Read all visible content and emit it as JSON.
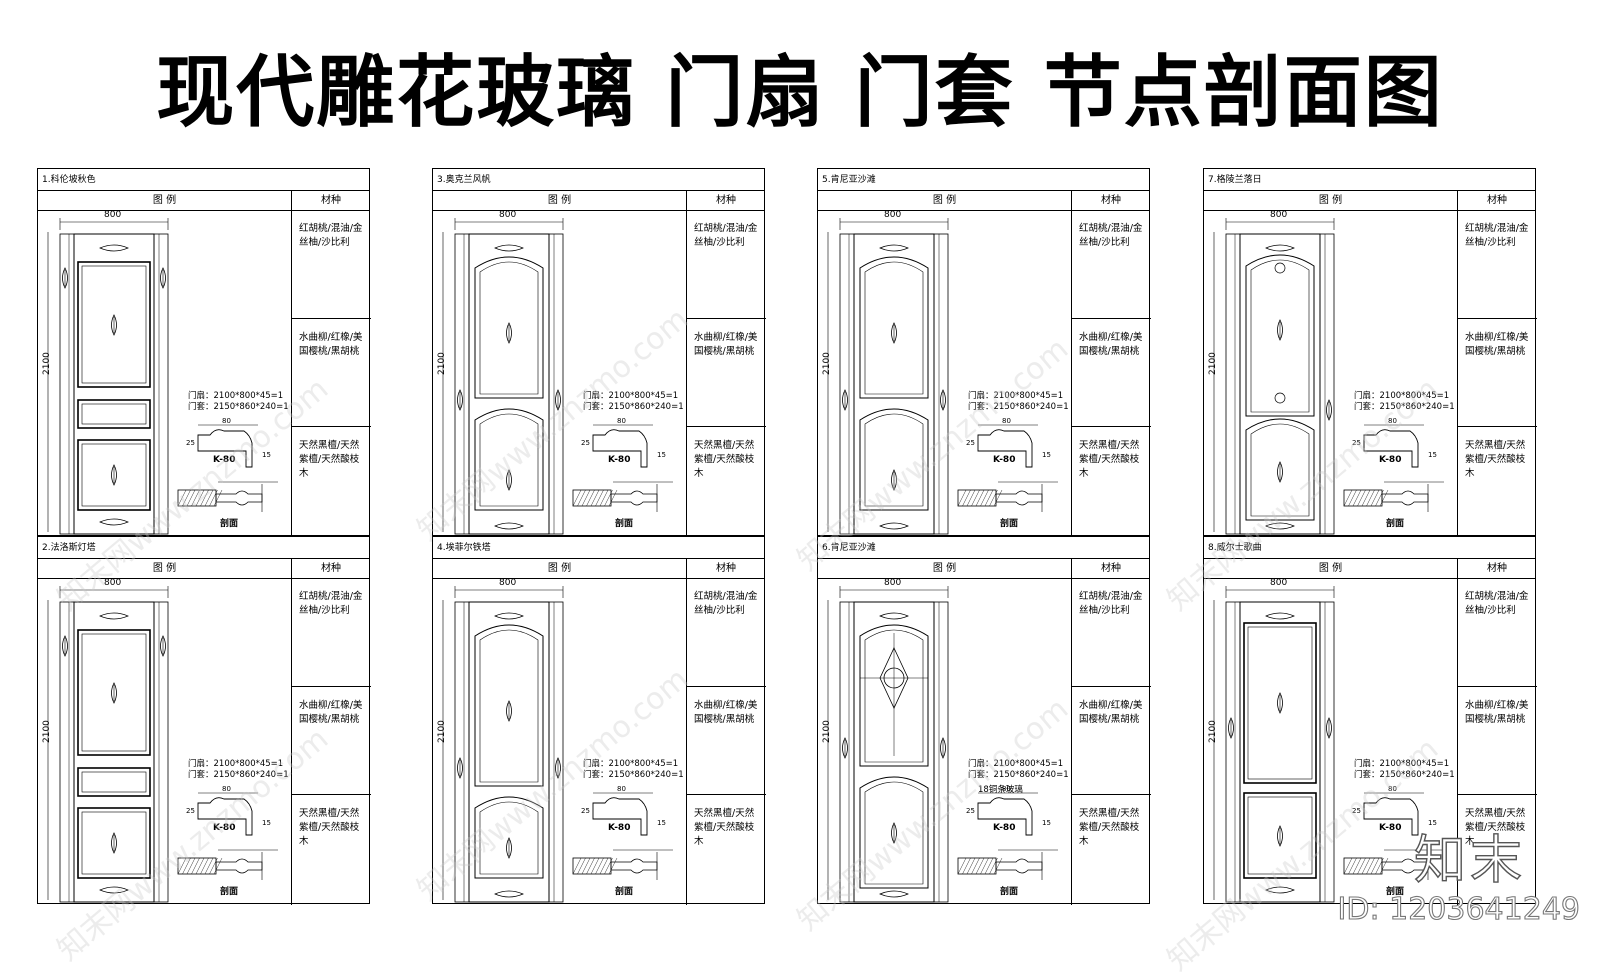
{
  "title": "现代雕花玻璃 门扇 门套 节点剖面图",
  "labels": {
    "legend": "图 例",
    "material": "材种",
    "width": "800",
    "height": "2100",
    "leaf_spec": "门扇：2100*800*45=1",
    "frame_spec": "门套：2150*860*240=1",
    "profile": "K-80",
    "section": "剖面",
    "glass_note": "18铜条玻璃",
    "profile_dim_80": "80",
    "profile_dim_25": "25",
    "profile_dim_15": "15"
  },
  "materials": [
    "红胡桃/混油/金丝柚/沙比利",
    "水曲柳/红橡/美国樱桃/黑胡桃",
    "天然黑檀/天然紫檀/天然酸枝木"
  ],
  "sheets": [
    {
      "name": "1.科伦坡秋色"
    },
    {
      "name": "3.奥克兰风帆"
    },
    {
      "name": "5.肯尼亚沙滩"
    },
    {
      "name": "7.格陵兰落日"
    },
    {
      "name": "2.法洛斯灯塔"
    },
    {
      "name": "4.埃菲尔铁塔"
    },
    {
      "name": "6.肯尼亚沙滩"
    },
    {
      "name": "8.威尔士歌曲"
    }
  ],
  "watermark": "知末网www.znzmo.com",
  "brand": "知末",
  "image_id": "ID: 1203641249"
}
